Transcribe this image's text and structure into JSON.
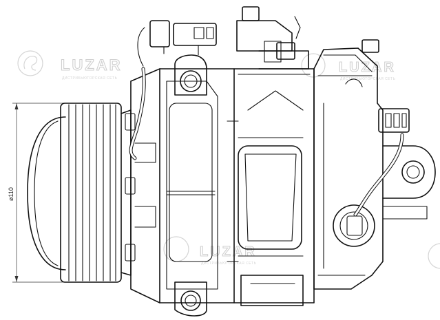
{
  "dimension": {
    "label": "ø110"
  },
  "watermark": {
    "brand": "LUZAR",
    "tagline": "ДИСТРИБЬЮТОРСКАЯ СЕТЬ"
  },
  "colors": {
    "line": "#111111",
    "watermark": "#d0d0d0",
    "background": "#ffffff"
  }
}
